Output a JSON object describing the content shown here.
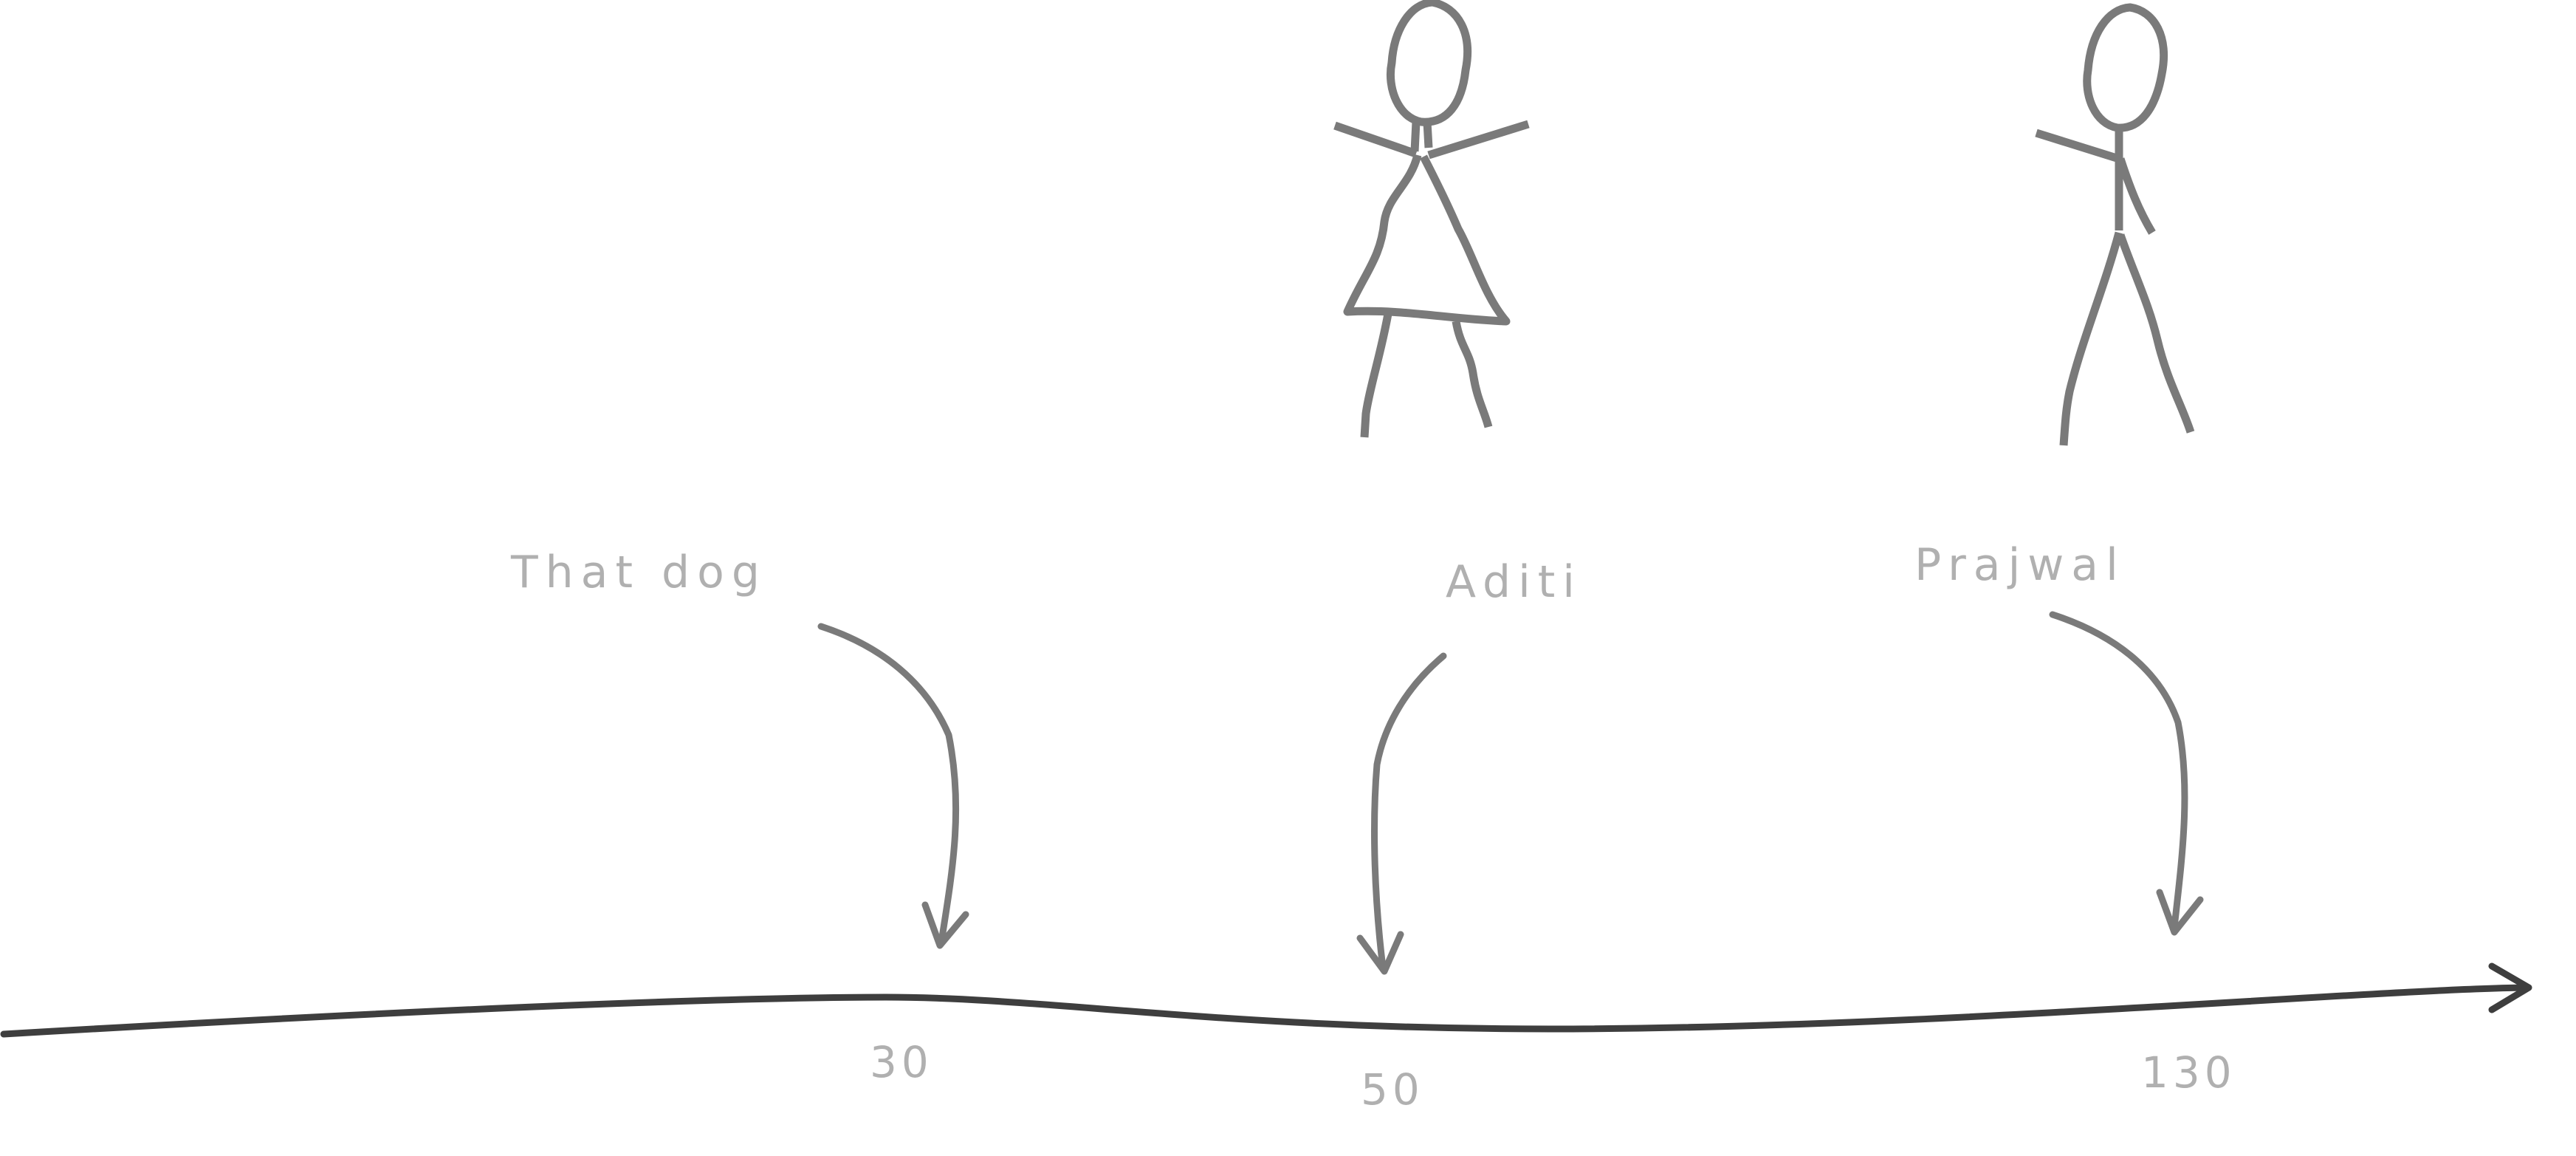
{
  "labels": {
    "that_dog": "That dog",
    "aditi": "Aditi",
    "prajwal": "Prajwal"
  },
  "ticks": {
    "dog_value": "30",
    "aditi_value": "50",
    "prajwal_value": "130"
  },
  "colors": {
    "figure_stroke": "#7a7a7a",
    "axis_stroke": "#3e3e3e",
    "label_text": "#b0b0b0",
    "background": "#ffffff"
  }
}
